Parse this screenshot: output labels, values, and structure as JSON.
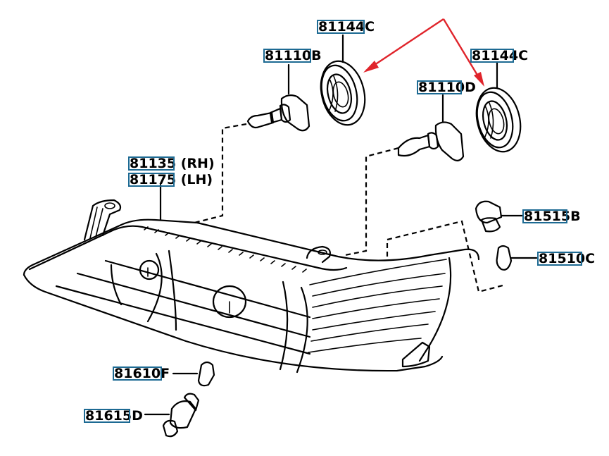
{
  "diagram": {
    "title": "Headlamp assembly parts diagram",
    "parts": [
      {
        "id": "socket-cover-left",
        "prefix": "81144",
        "suffix": "C",
        "description": "Headlamp socket cover"
      },
      {
        "id": "bulb-b",
        "prefix": "81110",
        "suffix": "B",
        "description": "Headlamp bulb"
      },
      {
        "id": "socket-cover-right",
        "prefix": "81144",
        "suffix": "C",
        "description": "Headlamp socket cover"
      },
      {
        "id": "bulb-d",
        "prefix": "81110",
        "suffix": "D",
        "description": "Headlamp bulb"
      },
      {
        "id": "unit-rh",
        "prefix": "81135",
        "suffix": " (RH)",
        "description": "Headlamp unit right"
      },
      {
        "id": "unit-lh",
        "prefix": "81175",
        "suffix": " (LH)",
        "description": "Headlamp unit left"
      },
      {
        "id": "socket-b",
        "prefix": "81515",
        "suffix": "B",
        "description": "Side marker socket"
      },
      {
        "id": "bulb-c",
        "prefix": "81510",
        "suffix": "C",
        "description": "Side marker bulb"
      },
      {
        "id": "bulb-f",
        "prefix": "81610",
        "suffix": "F",
        "description": "Front turn bulb"
      },
      {
        "id": "socket-d",
        "prefix": "81615",
        "suffix": "D",
        "description": "Front turn socket"
      }
    ],
    "highlight_color": "#1d6a93",
    "arrow_color": "#e0242b",
    "line_color": "#000000"
  }
}
